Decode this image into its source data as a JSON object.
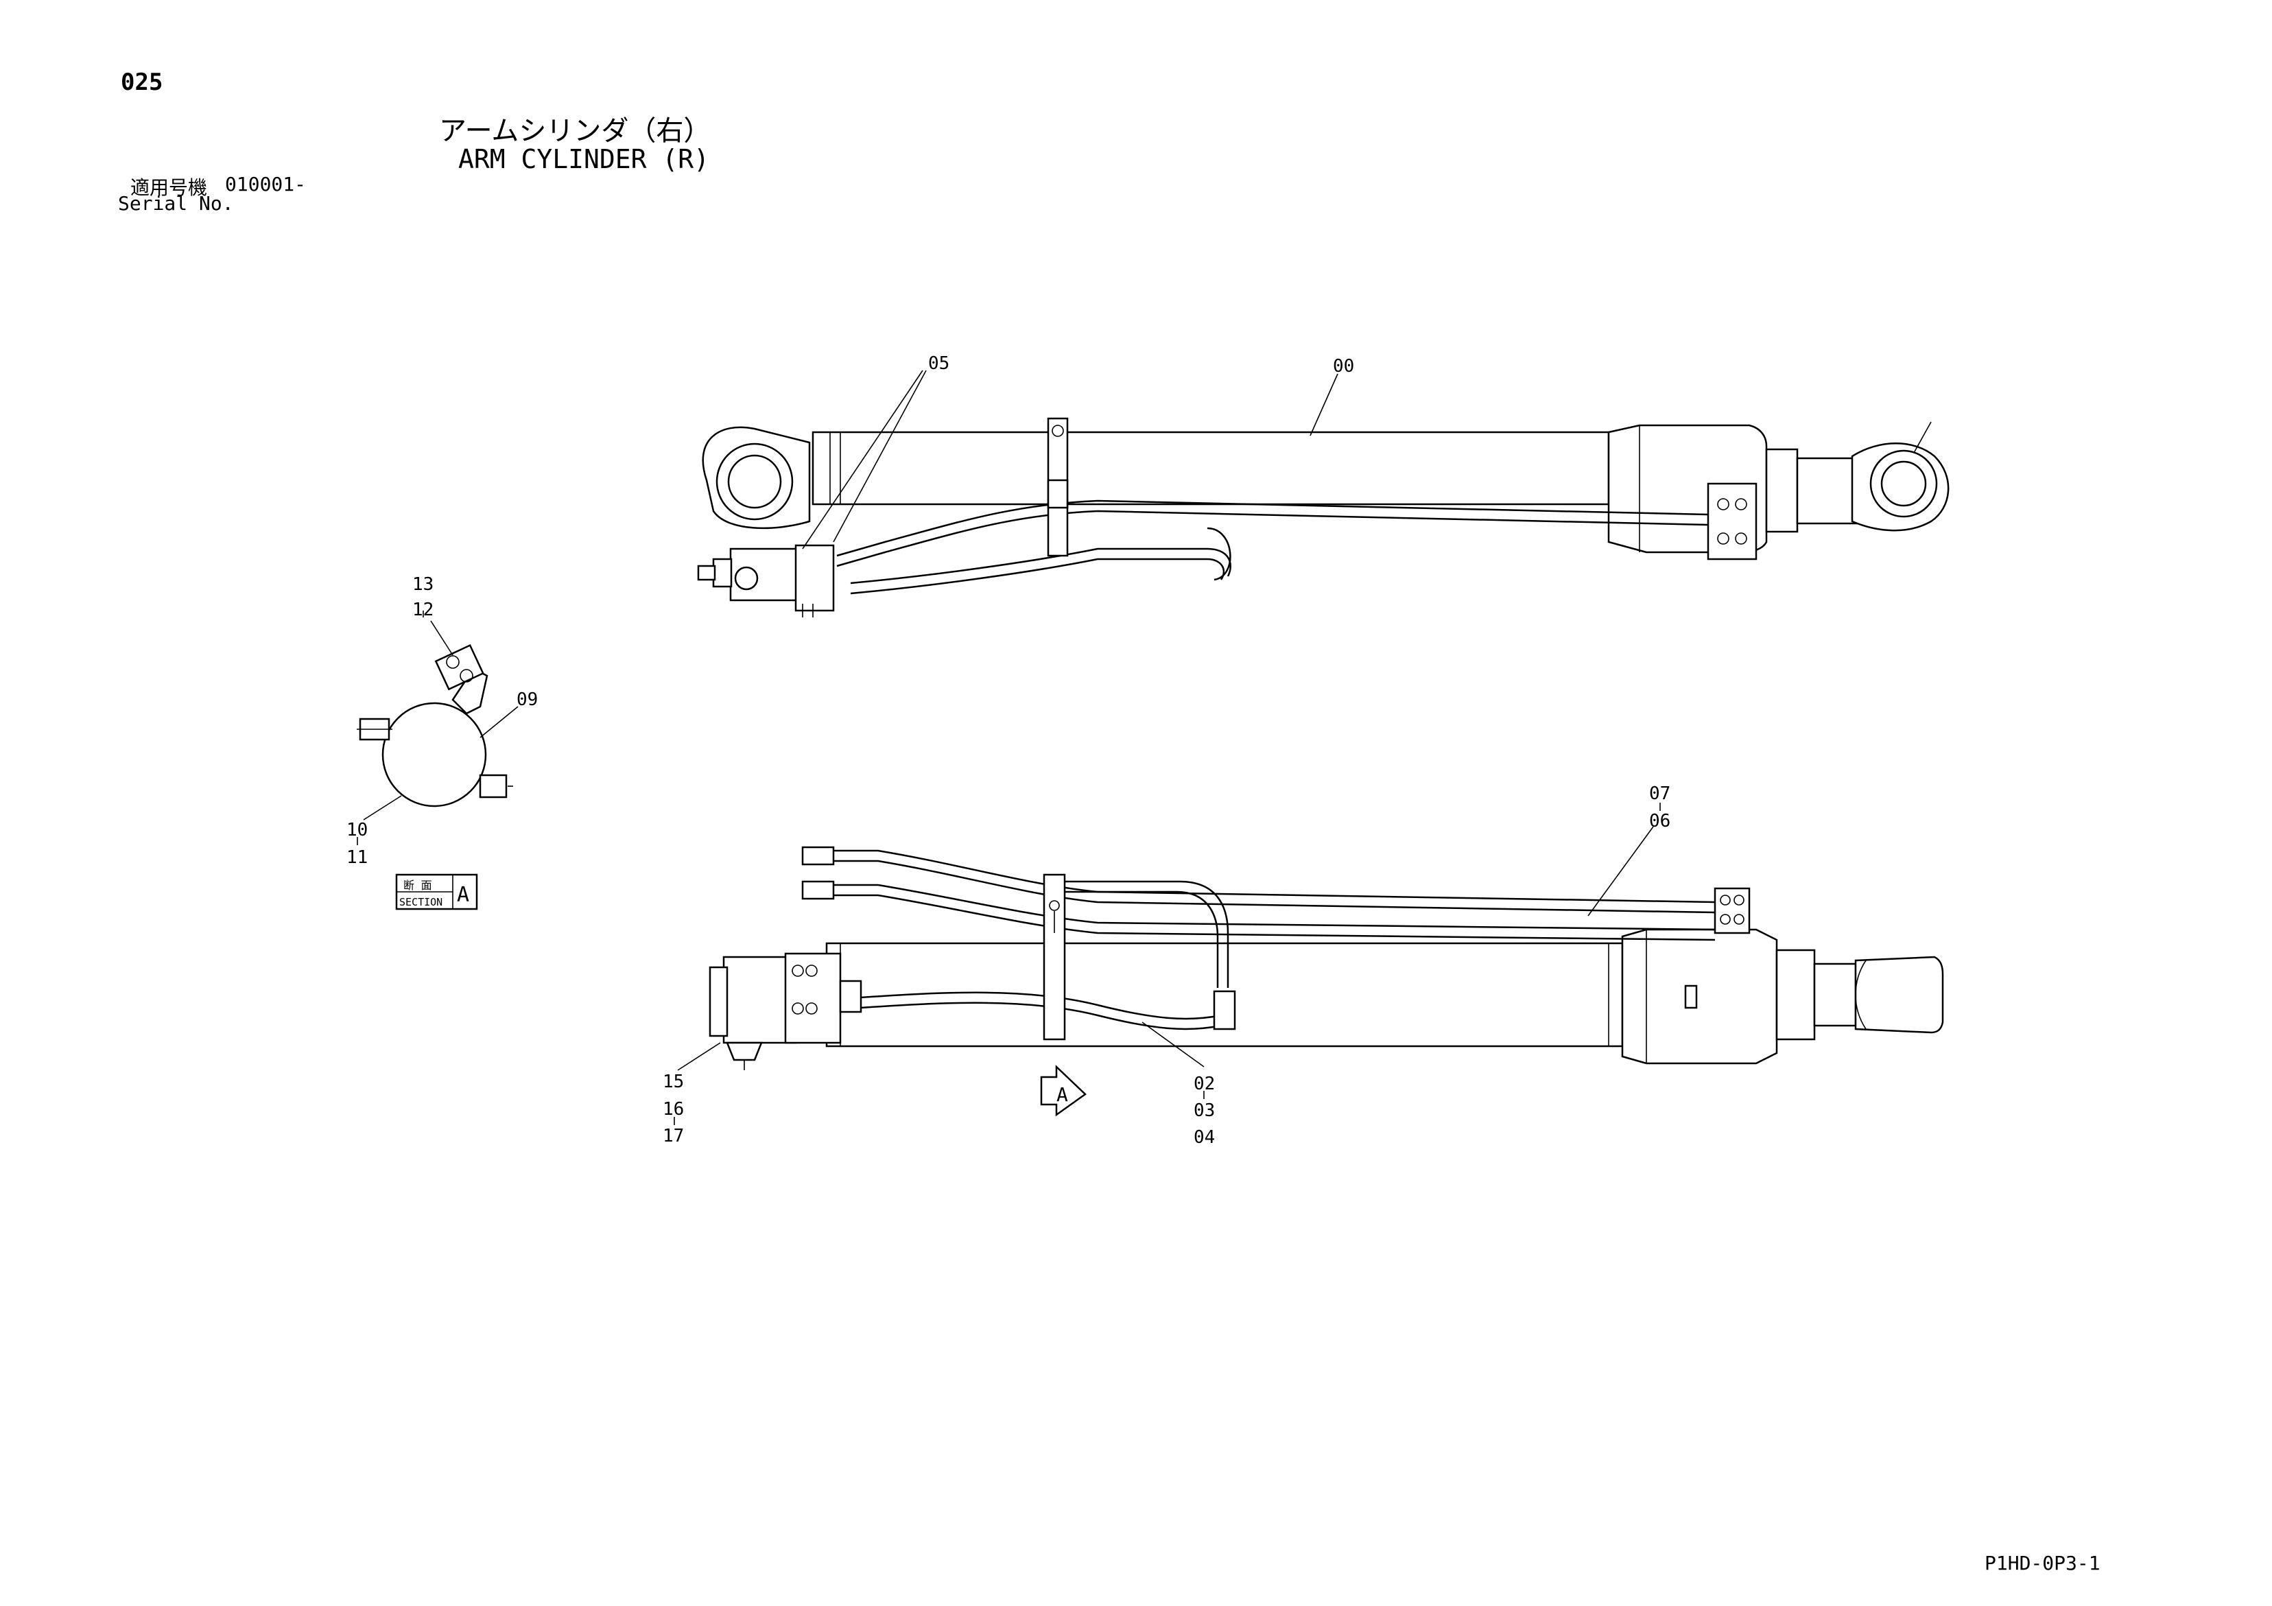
{
  "header": {
    "page_number": "025",
    "title_jp": "アームシリンダ（右）",
    "title_en": "ARM CYLINDER (R)",
    "serial_label_jp": "適用号機",
    "serial_value": "010001-",
    "serial_label_en": "Serial No."
  },
  "callouts": {
    "top_view": {
      "c05": "05",
      "c00": "00"
    },
    "section": {
      "c13": "13",
      "c12": "12",
      "c09": "09",
      "c10": "10",
      "c11": "11"
    },
    "section_tag": {
      "kanji": "断 面",
      "word": "SECTION",
      "letter": "A"
    },
    "bottom_view": {
      "c07": "07",
      "c06": "06",
      "c02": "02",
      "c03": "03",
      "c04": "04",
      "c15": "15",
      "c16": "16",
      "c17": "17",
      "view_arrow": "A"
    }
  },
  "footer": {
    "drawing_code": "P1HD-0P3-1"
  }
}
